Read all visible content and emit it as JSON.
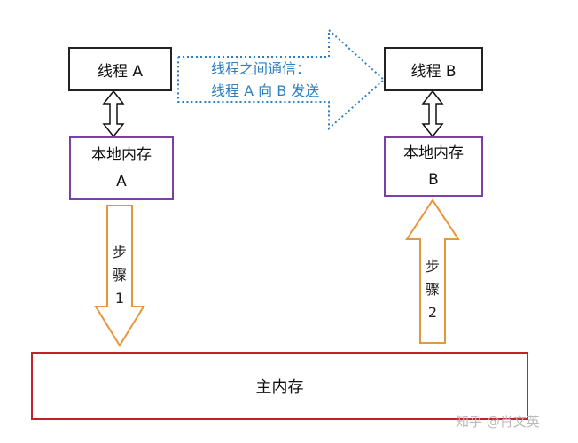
{
  "thread_a": {
    "label": "线程 A"
  },
  "thread_b": {
    "label": "线程 B"
  },
  "local_mem_a": {
    "line1": "本地内存",
    "line2": "A"
  },
  "local_mem_b": {
    "line1": "本地内存",
    "line2": "B"
  },
  "communication": {
    "line1": "线程之间通信：",
    "line2": "线程 A 向 B 发送"
  },
  "step1": {
    "line1": "步",
    "line2": "骤",
    "line3": "1"
  },
  "step2": {
    "line1": "步",
    "line2": "骤",
    "line3": "2"
  },
  "main_memory": {
    "label": "主内存"
  },
  "watermark": {
    "text": "知乎 @肖文英"
  },
  "colors": {
    "thread_border": "#222222",
    "local_mem_border": "#7b3fa8",
    "main_mem_border": "#c0212b",
    "comm_arrow": "#2e7fc1",
    "step_arrow": "#e8963e"
  }
}
